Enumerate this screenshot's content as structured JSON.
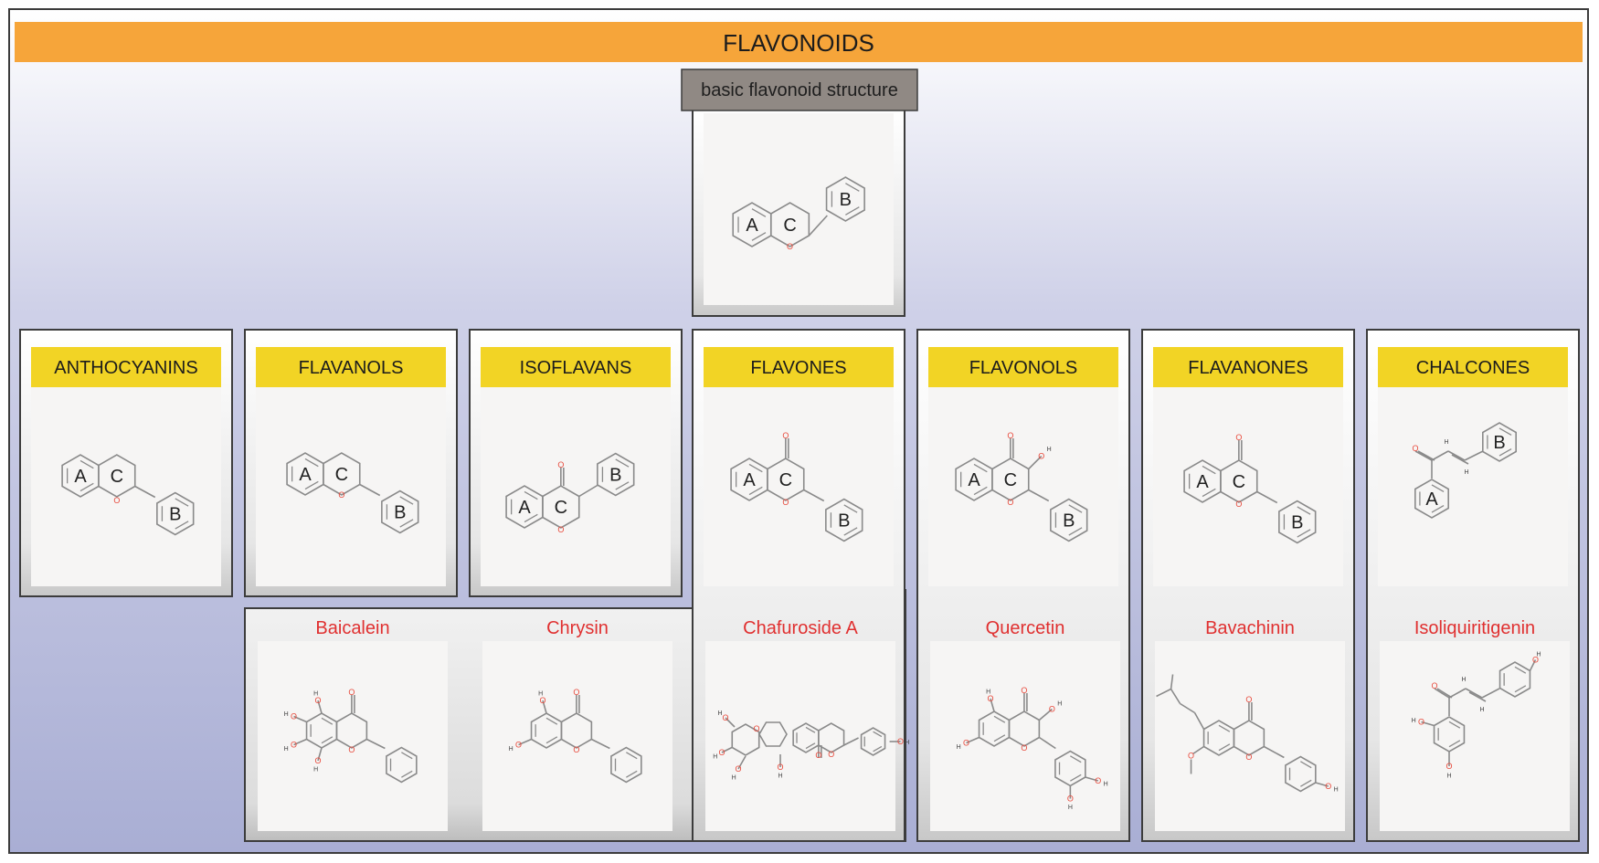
{
  "title": "FLAVONOIDS",
  "basic_label": "basic flavonoid structure",
  "ring_labels": {
    "a": "A",
    "b": "B",
    "c": "C"
  },
  "atom_labels": {
    "o": "O",
    "h": "H"
  },
  "classes": [
    {
      "id": "anthocyanins",
      "name": "ANTHOCYANINS"
    },
    {
      "id": "flavanols",
      "name": "FLAVANOLS"
    },
    {
      "id": "isoflavans",
      "name": "ISOFLAVANS"
    },
    {
      "id": "flavones",
      "name": "FLAVONES"
    },
    {
      "id": "flavonols",
      "name": "FLAVONOLS"
    },
    {
      "id": "flavanones",
      "name": "FLAVANONES"
    },
    {
      "id": "chalcones",
      "name": "CHALCONES"
    }
  ],
  "examples": [
    {
      "id": "baicalein",
      "name": "Baicalein"
    },
    {
      "id": "chrysin",
      "name": "Chrysin"
    },
    {
      "id": "chafuroside-a",
      "name": "Chafuroside A"
    },
    {
      "id": "quercetin",
      "name": "Quercetin"
    },
    {
      "id": "bavachinin",
      "name": "Bavachinin"
    },
    {
      "id": "isoliquiritigenin",
      "name": "Isoliquiritigenin"
    }
  ],
  "colors": {
    "title_bar": "#f6a53a",
    "class_header": "#f2d425",
    "example_name": "#e03030",
    "basic_label_bg": "#908984",
    "panel": "#f6f5f4",
    "bond": "#8a8a8a",
    "oxygen": "#e84a3c",
    "background_top": "#ffffff",
    "background_bottom": "#aab0d6"
  }
}
